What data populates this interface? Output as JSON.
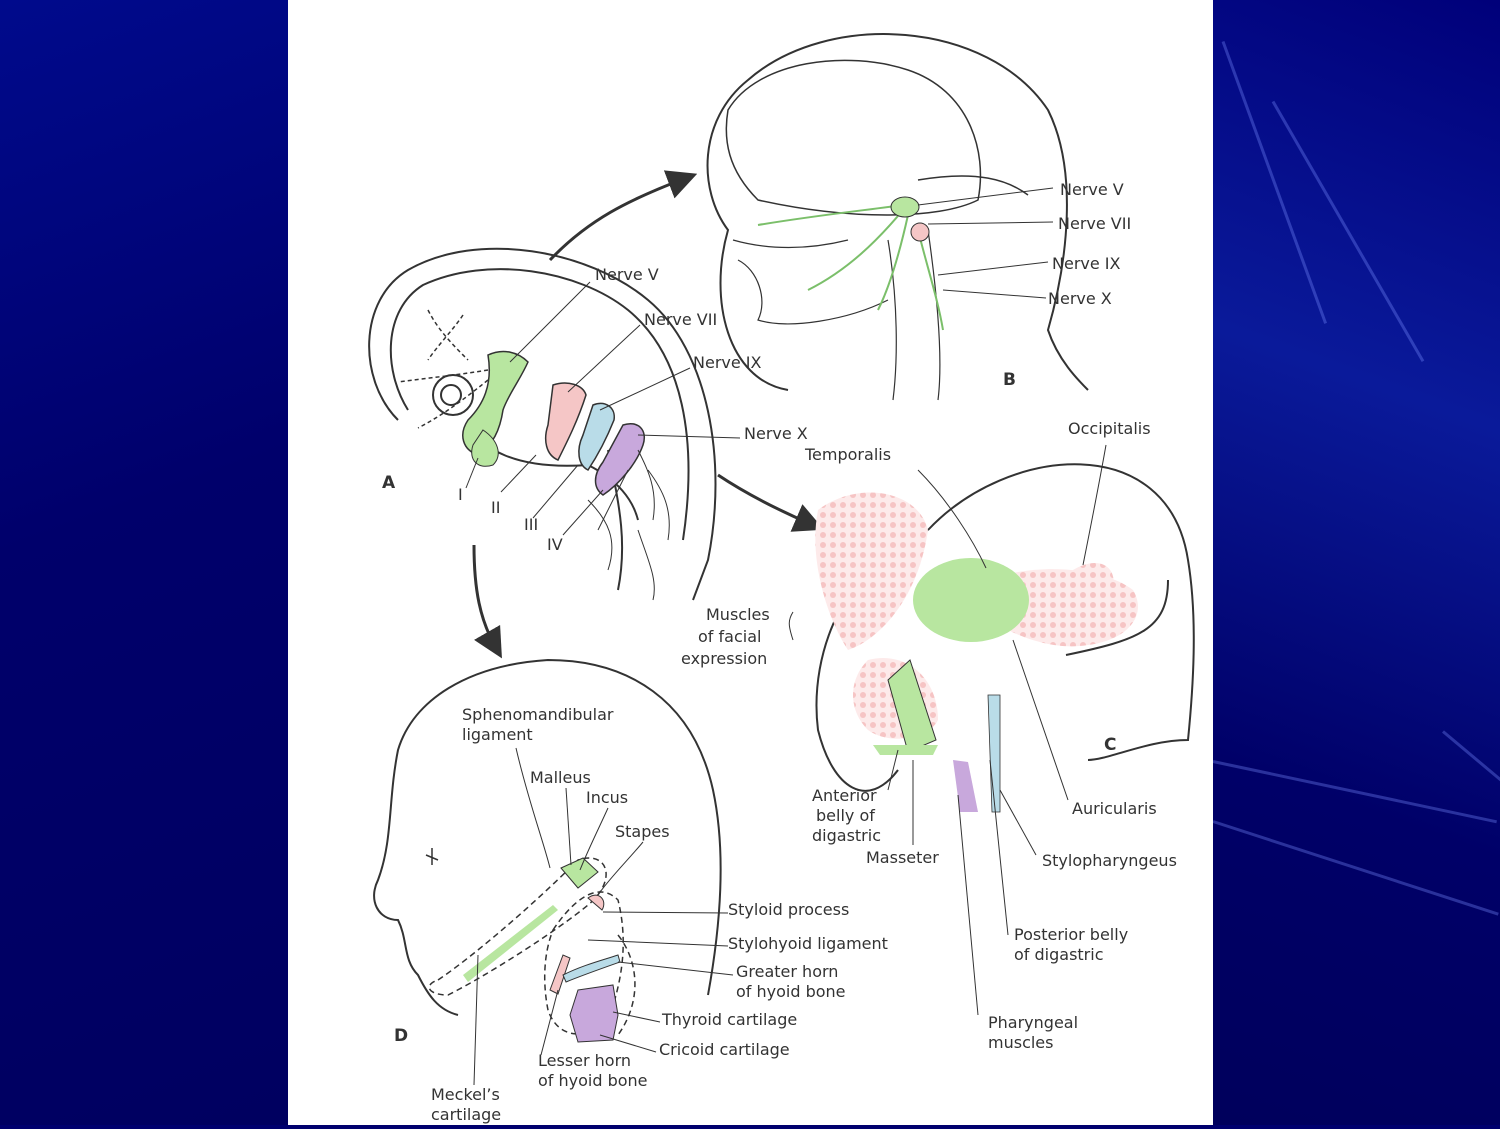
{
  "panels": [
    "A",
    "B",
    "C",
    "D"
  ],
  "panel_a": {
    "nerves": [
      "Nerve V",
      "Nerve VII",
      "Nerve IX",
      "Nerve X"
    ],
    "arches": [
      "I",
      "II",
      "III",
      "IV"
    ]
  },
  "panel_b": {
    "nerves": [
      "Nerve V",
      "Nerve VII",
      "Nerve IX",
      "Nerve X"
    ]
  },
  "panel_c": {
    "occipitalis": "Occipitalis",
    "temporalis": "Temporalis",
    "muscles_facial_1": "Muscles",
    "muscles_facial_2": "of facial",
    "muscles_facial_3": "expression",
    "anterior_belly_1": "Anterior",
    "anterior_belly_2": "belly of",
    "anterior_belly_3": "digastric",
    "masseter": "Masseter",
    "auricularis": "Auricularis",
    "stylopharyngeus": "Stylopharyngeus",
    "posterior_belly_1": "Posterior belly",
    "posterior_belly_2": "of digastric",
    "pharyngeal_1": "Pharyngeal",
    "pharyngeal_2": "muscles"
  },
  "panel_d": {
    "spheno_1": "Sphenomandibular",
    "spheno_2": "ligament",
    "malleus": "Malleus",
    "incus": "Incus",
    "stapes": "Stapes",
    "styloid": "Styloid process",
    "stylohyoid": "Stylohyoid ligament",
    "greater_horn_1": "Greater horn",
    "greater_horn_2": "of hyoid bone",
    "thyroid": "Thyroid cartilage",
    "cricoid": "Cricoid cartilage",
    "lesser_horn_1": "Lesser horn",
    "lesser_horn_2": "of hyoid bone",
    "meckel_1": "Meckel’s",
    "meckel_2": "cartilage"
  },
  "colors": {
    "background": "#00006e",
    "panel": "#ffffff",
    "arch1_green": "#b8e6a0",
    "arch2_pink": "#f5c6c6",
    "arch3_blue": "#b9dce8",
    "arch4_purple": "#c8a8dc"
  }
}
